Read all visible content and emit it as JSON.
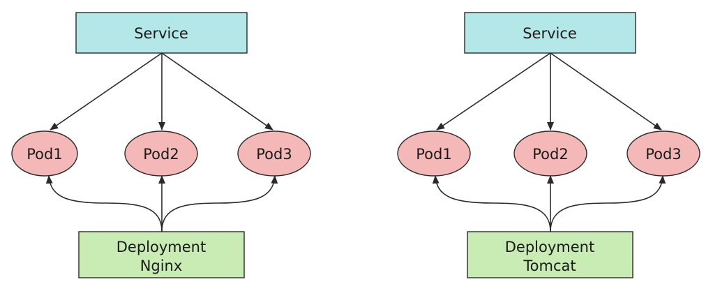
{
  "colors": {
    "service_fill": "#b4e8e8",
    "pod_fill": "#f4b8b8",
    "deployment_fill": "#c9ecb4",
    "stroke": "#2a2a2a"
  },
  "diagrams": [
    {
      "service": {
        "label": "Service"
      },
      "pods": [
        {
          "label": "Pod1"
        },
        {
          "label": "Pod2"
        },
        {
          "label": "Pod3"
        }
      ],
      "deployment": {
        "line1": "Deployment",
        "line2": "Nginx"
      }
    },
    {
      "service": {
        "label": "Service"
      },
      "pods": [
        {
          "label": "Pod1"
        },
        {
          "label": "Pod2"
        },
        {
          "label": "Pod3"
        }
      ],
      "deployment": {
        "line1": "Deployment",
        "line2": "Tomcat"
      }
    }
  ]
}
